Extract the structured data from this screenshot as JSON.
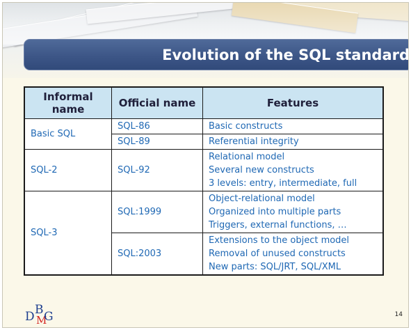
{
  "slide": {
    "title": "Evolution of the SQL standard",
    "page_number": "14"
  },
  "logo": {
    "d": "D",
    "b": "B",
    "m": "M",
    "g": "G"
  },
  "table": {
    "headers": [
      "Informal name",
      "Official name",
      "Features"
    ],
    "groups": [
      {
        "informal": "Basic SQL",
        "rows": [
          {
            "official": "SQL-86",
            "features": [
              "Basic constructs"
            ]
          },
          {
            "official": "SQL-89",
            "features": [
              "Referential integrity"
            ]
          }
        ]
      },
      {
        "informal": "SQL-2",
        "rows": [
          {
            "official": "SQL-92",
            "features": [
              "Relational model",
              "Several new constructs",
              "3 levels: entry, intermediate, full"
            ]
          }
        ]
      },
      {
        "informal": "SQL-3",
        "rows": [
          {
            "official": "SQL:1999",
            "features": [
              "Object-relational model",
              "Organized into multiple parts",
              "Triggers, external functions, …"
            ]
          },
          {
            "official": "SQL:2003",
            "features": [
              "Extensions to the object model",
              "Removal of unused constructs",
              "New parts: SQL/JRT, SQL/XML"
            ]
          }
        ]
      }
    ]
  },
  "colors": {
    "title_bar": "#3d5687",
    "header_fill": "#cbe4f2",
    "cell_text": "#1f68b4",
    "logo_blue": "#1e3f8f",
    "logo_red": "#d2231f"
  }
}
